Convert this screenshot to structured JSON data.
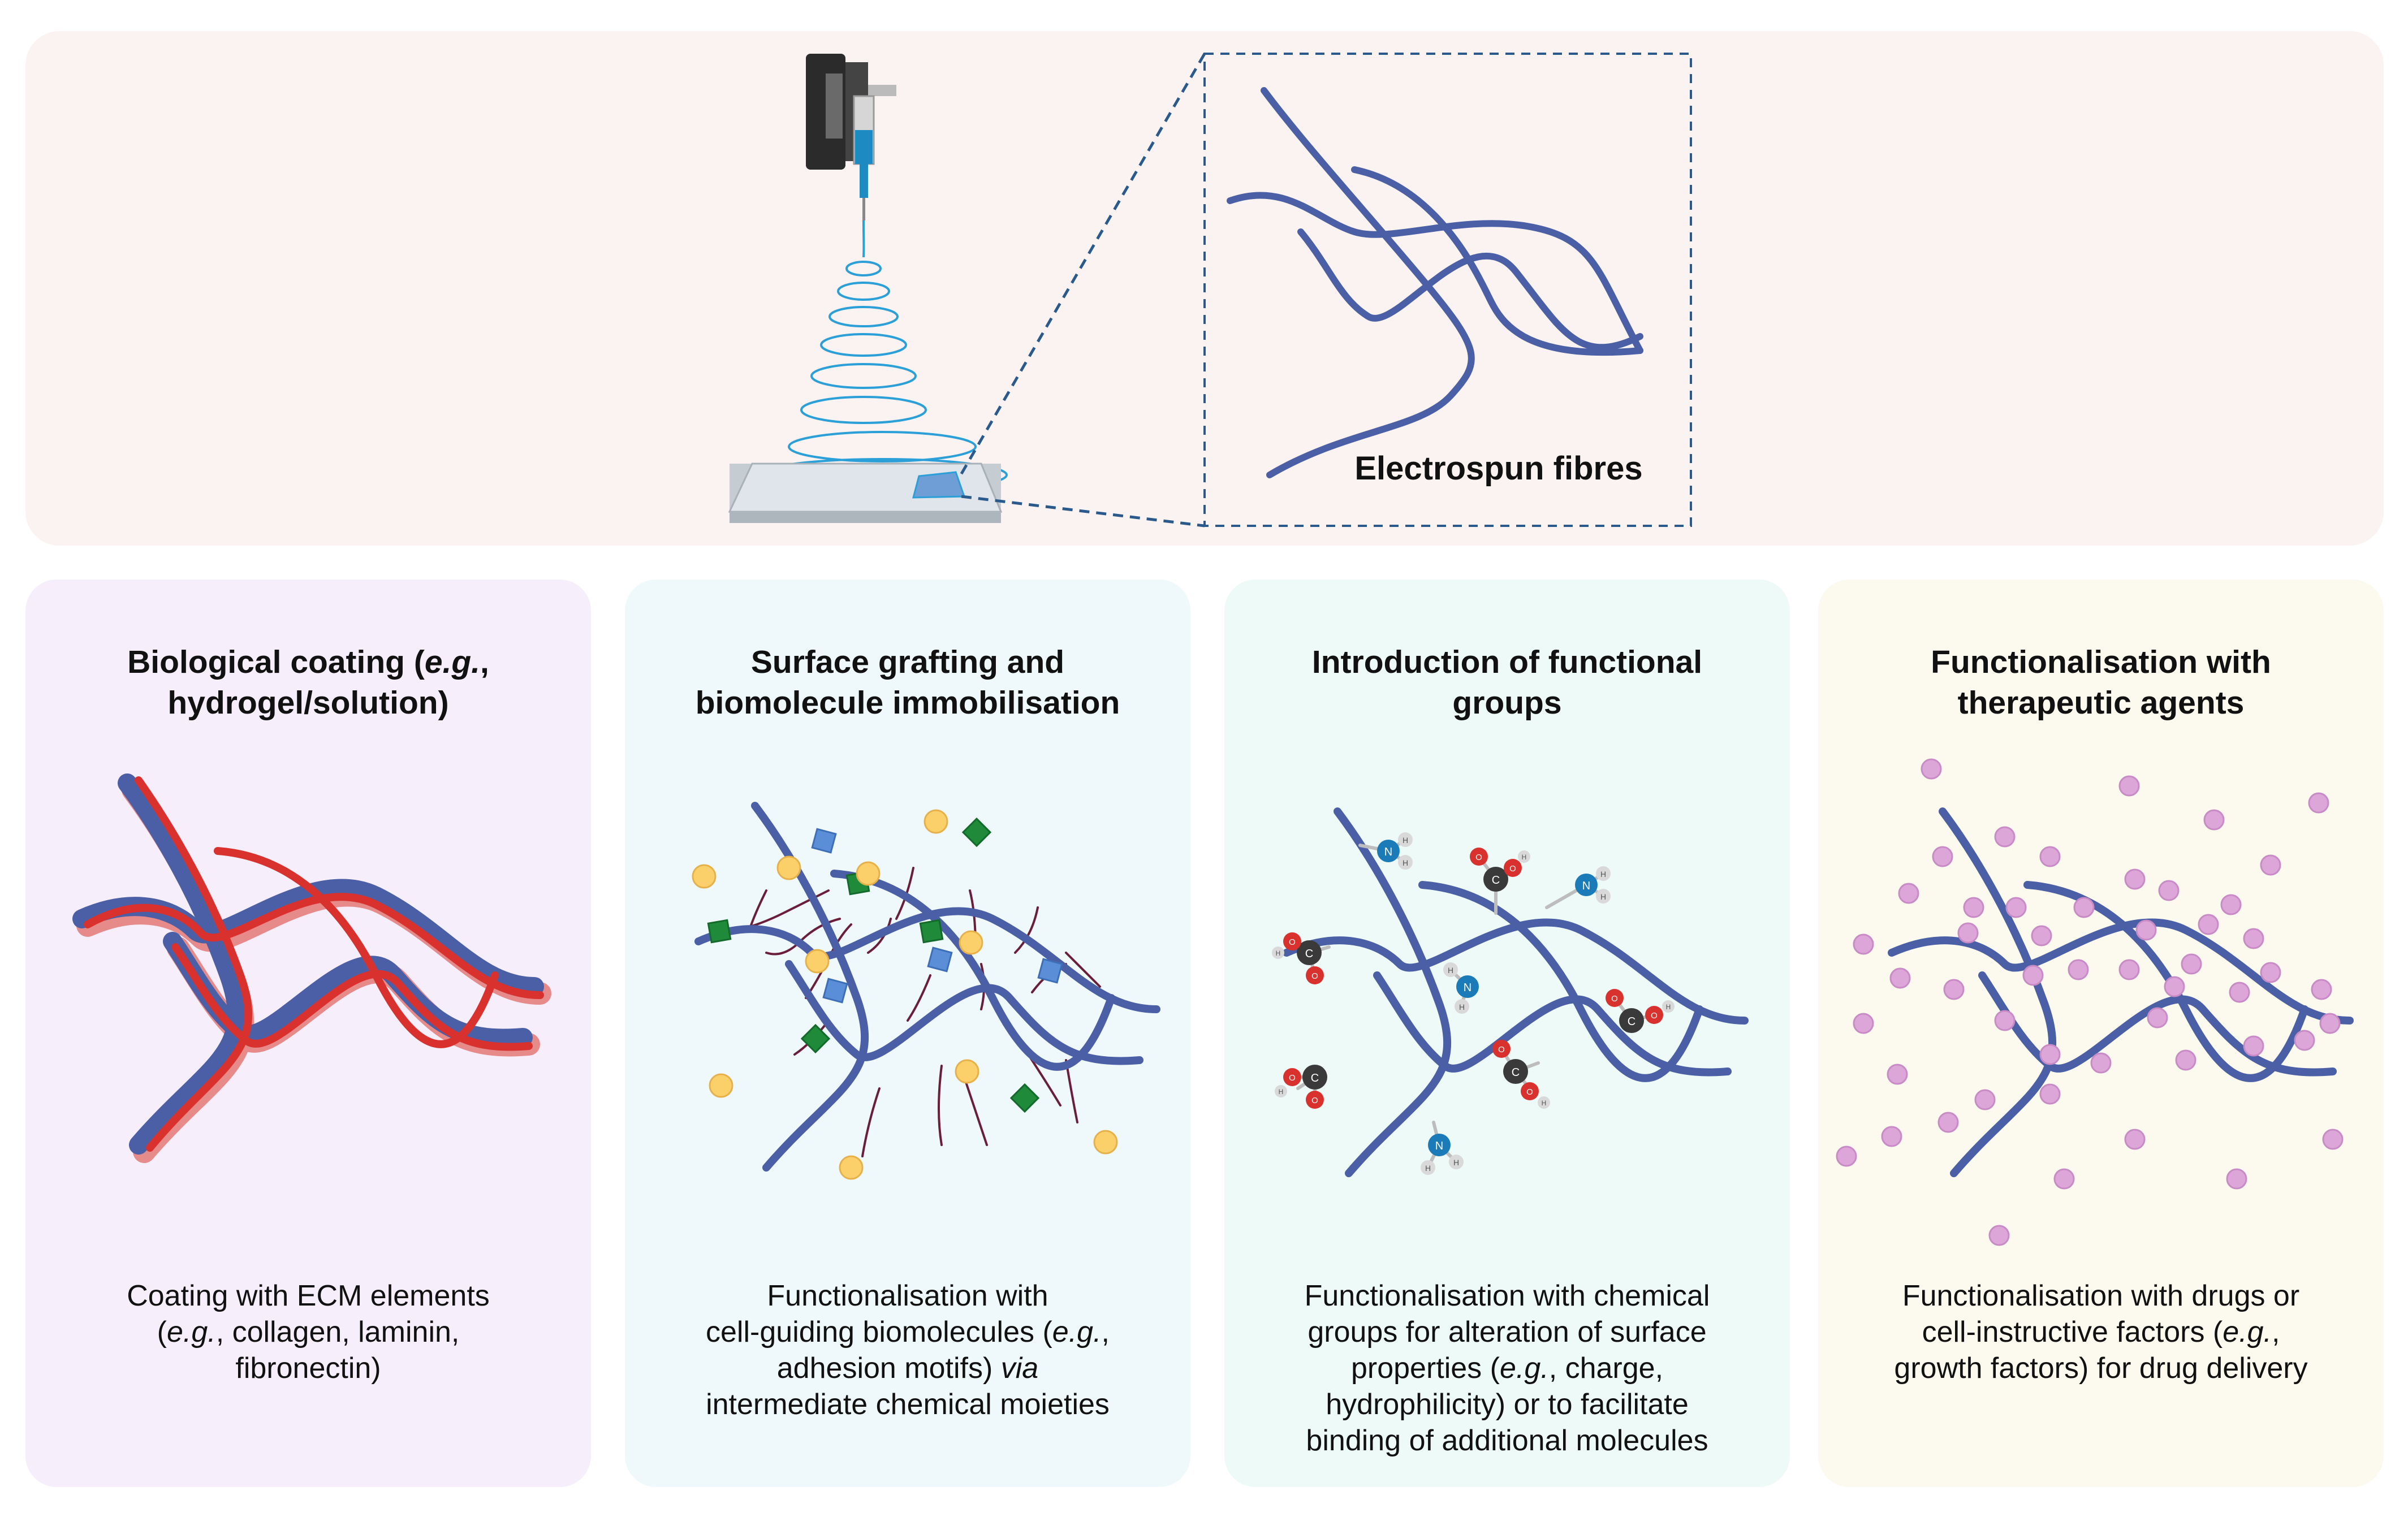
{
  "colors": {
    "top_bg": "#fbf3f1",
    "fibre": "#4a5fa5",
    "coating_red": "#d9322e",
    "coating_shadow": "#e68a8a",
    "panel1_bg": "#f7eefb",
    "panel2_bg": "#eff9fb",
    "panel3_bg": "#eefaf8",
    "panel4_bg": "#fcfaee",
    "square_blue": "#5a8ed6",
    "diamond_green": "#1e8a3a",
    "circle_yellow": "#fbd06a",
    "drug_pink": "#dca6d8",
    "atom_carbon": "#3a3a3a",
    "atom_oxygen": "#d9322e",
    "atom_nitrogen": "#1a7bb8",
    "atom_hydrogen": "#d9d9d9"
  },
  "top": {
    "zoom_label": "Electrospun fibres",
    "icons": [
      "syringe-pump-icon",
      "collector-plate-icon",
      "spiral-jet-icon"
    ]
  },
  "panels": [
    {
      "id": "biological-coating",
      "title_a": "Biological coating (",
      "title_eg": "e.g.",
      "title_b": ",",
      "title_c": "hydrogel/solution)",
      "desc_a": "Coating with ECM elements",
      "desc_b": "(",
      "desc_eg": "e.g.",
      "desc_c": ", collagen, laminin,",
      "desc_d": "fibronectin)"
    },
    {
      "id": "surface-grafting",
      "title_a": "Surface grafting and",
      "title_b": "biomolecule immobilisation",
      "desc_a": "Functionalisation with",
      "desc_b": "cell-guiding biomolecules (",
      "desc_eg": "e.g.",
      "desc_c": ",",
      "desc_d": "adhesion motifs) ",
      "desc_via": "via",
      "desc_e": "intermediate chemical moieties"
    },
    {
      "id": "functional-groups",
      "title_a": "Introduction of functional",
      "title_b": "groups",
      "desc_a": "Functionalisation with chemical",
      "desc_b": "groups for alteration of surface",
      "desc_c": "properties (",
      "desc_eg": "e.g.",
      "desc_d": ", charge,",
      "desc_e": "hydrophilicity) or to facilitate",
      "desc_f": "binding of additional molecules",
      "atom_c": "C",
      "atom_o": "O",
      "atom_n": "N",
      "atom_h": "H"
    },
    {
      "id": "therapeutic-agents",
      "title_a": "Functionalisation with",
      "title_b": "therapeutic agents",
      "desc_a": "Functionalisation with drugs or",
      "desc_b": "cell-instructive factors (",
      "desc_eg": "e.g.",
      "desc_c": ",",
      "desc_d": "growth factors) for drug delivery"
    }
  ]
}
